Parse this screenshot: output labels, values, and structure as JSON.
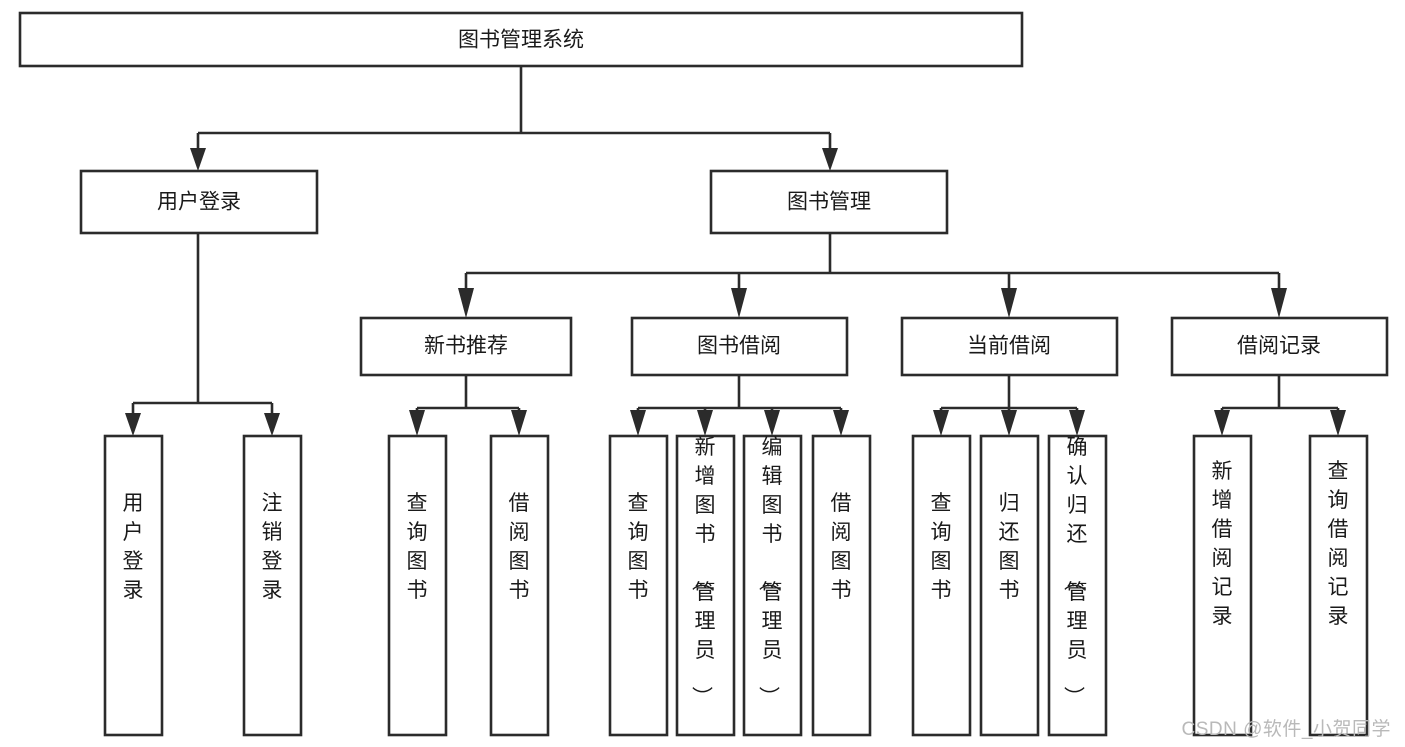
{
  "diagram": {
    "title": "图书管理系统",
    "watermark": "CSDN @软件_小贺同学",
    "style": {
      "line_color": "#2b2b2b",
      "box_fill": "#ffffff",
      "text_color": "#1a1a1a",
      "watermark_color": "#b9b9b9",
      "background": "#ffffff"
    },
    "root": {
      "label": "图书管理系统"
    },
    "level2": [
      {
        "label": "用户登录"
      },
      {
        "label": "图书管理"
      }
    ],
    "level3": [
      {
        "label": "新书推荐"
      },
      {
        "label": "图书借阅"
      },
      {
        "label": "当前借阅"
      },
      {
        "label": "借阅记录"
      }
    ],
    "leaves": {
      "user_login": [
        {
          "label": "用户登录"
        },
        {
          "label": "注销登录"
        }
      ],
      "new_book_recommend": [
        {
          "label": "查询图书"
        },
        {
          "label": "借阅图书"
        }
      ],
      "book_borrow": [
        {
          "label": "查询图书"
        },
        {
          "label": "新增图书（管理员）"
        },
        {
          "label": "编辑图书（管理员）"
        },
        {
          "label": "借阅图书"
        }
      ],
      "current_borrow": [
        {
          "label": "查询图书"
        },
        {
          "label": "归还图书"
        },
        {
          "label": "确认归还（管理员）"
        }
      ],
      "borrow_record": [
        {
          "label": "新增借阅记录"
        },
        {
          "label": "查询借阅记录"
        }
      ]
    }
  }
}
